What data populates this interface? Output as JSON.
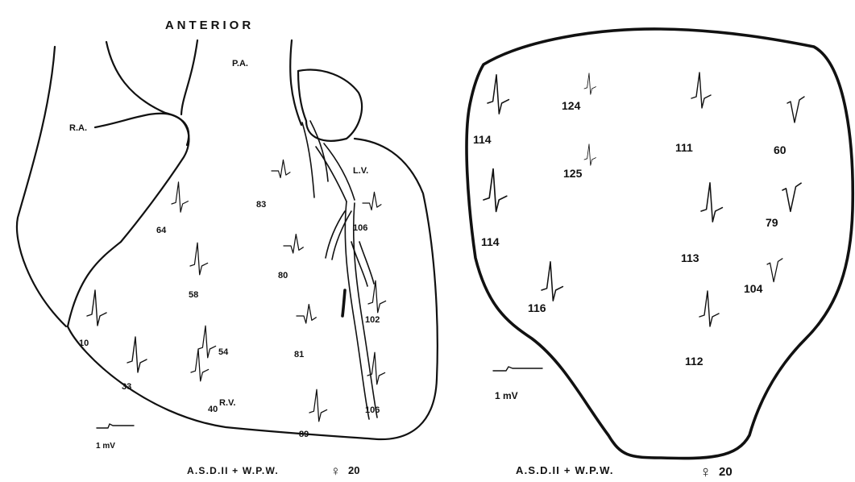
{
  "left_panel": {
    "title": "ANTERIOR",
    "chamber_labels": {
      "pa": "P.A.",
      "ra": "R.A.",
      "lv": "L.V.",
      "rv": "R.V."
    },
    "scale_label": "1 mV",
    "caption": "A.S.D.II + W.P.W.",
    "sex_symbol": "♀",
    "age": "20",
    "electrodes": [
      {
        "label": "83",
        "shape": "qr"
      },
      {
        "label": "64",
        "shape": "rs"
      },
      {
        "label": "106",
        "shape": "qr"
      },
      {
        "label": "58",
        "shape": "rs"
      },
      {
        "label": "80",
        "shape": "qr"
      },
      {
        "label": "10",
        "shape": "rs"
      },
      {
        "label": "102",
        "shape": "rs"
      },
      {
        "label": "81",
        "shape": "qr"
      },
      {
        "label": "54",
        "shape": "rs"
      },
      {
        "label": "33",
        "shape": "rs"
      },
      {
        "label": "40",
        "shape": "rs"
      },
      {
        "label": "106",
        "shape": "rs"
      },
      {
        "label": "89",
        "shape": "rs"
      }
    ]
  },
  "right_panel": {
    "scale_label": "1 mV",
    "caption": "A.S.D.II + W.P.W.",
    "sex_symbol": "♀",
    "age": "20",
    "electrodes": [
      {
        "label": "124",
        "shape": "rs"
      },
      {
        "label": "114",
        "shape": "rs"
      },
      {
        "label": "111",
        "shape": "rs"
      },
      {
        "label": "60",
        "shape": "qs"
      },
      {
        "label": "125",
        "shape": "rs"
      },
      {
        "label": "114",
        "shape": "rs"
      },
      {
        "label": "79",
        "shape": "qs"
      },
      {
        "label": "113",
        "shape": "rs"
      },
      {
        "label": "104",
        "shape": "qs"
      },
      {
        "label": "116",
        "shape": "rs"
      },
      {
        "label": "112",
        "shape": "rs"
      }
    ]
  }
}
